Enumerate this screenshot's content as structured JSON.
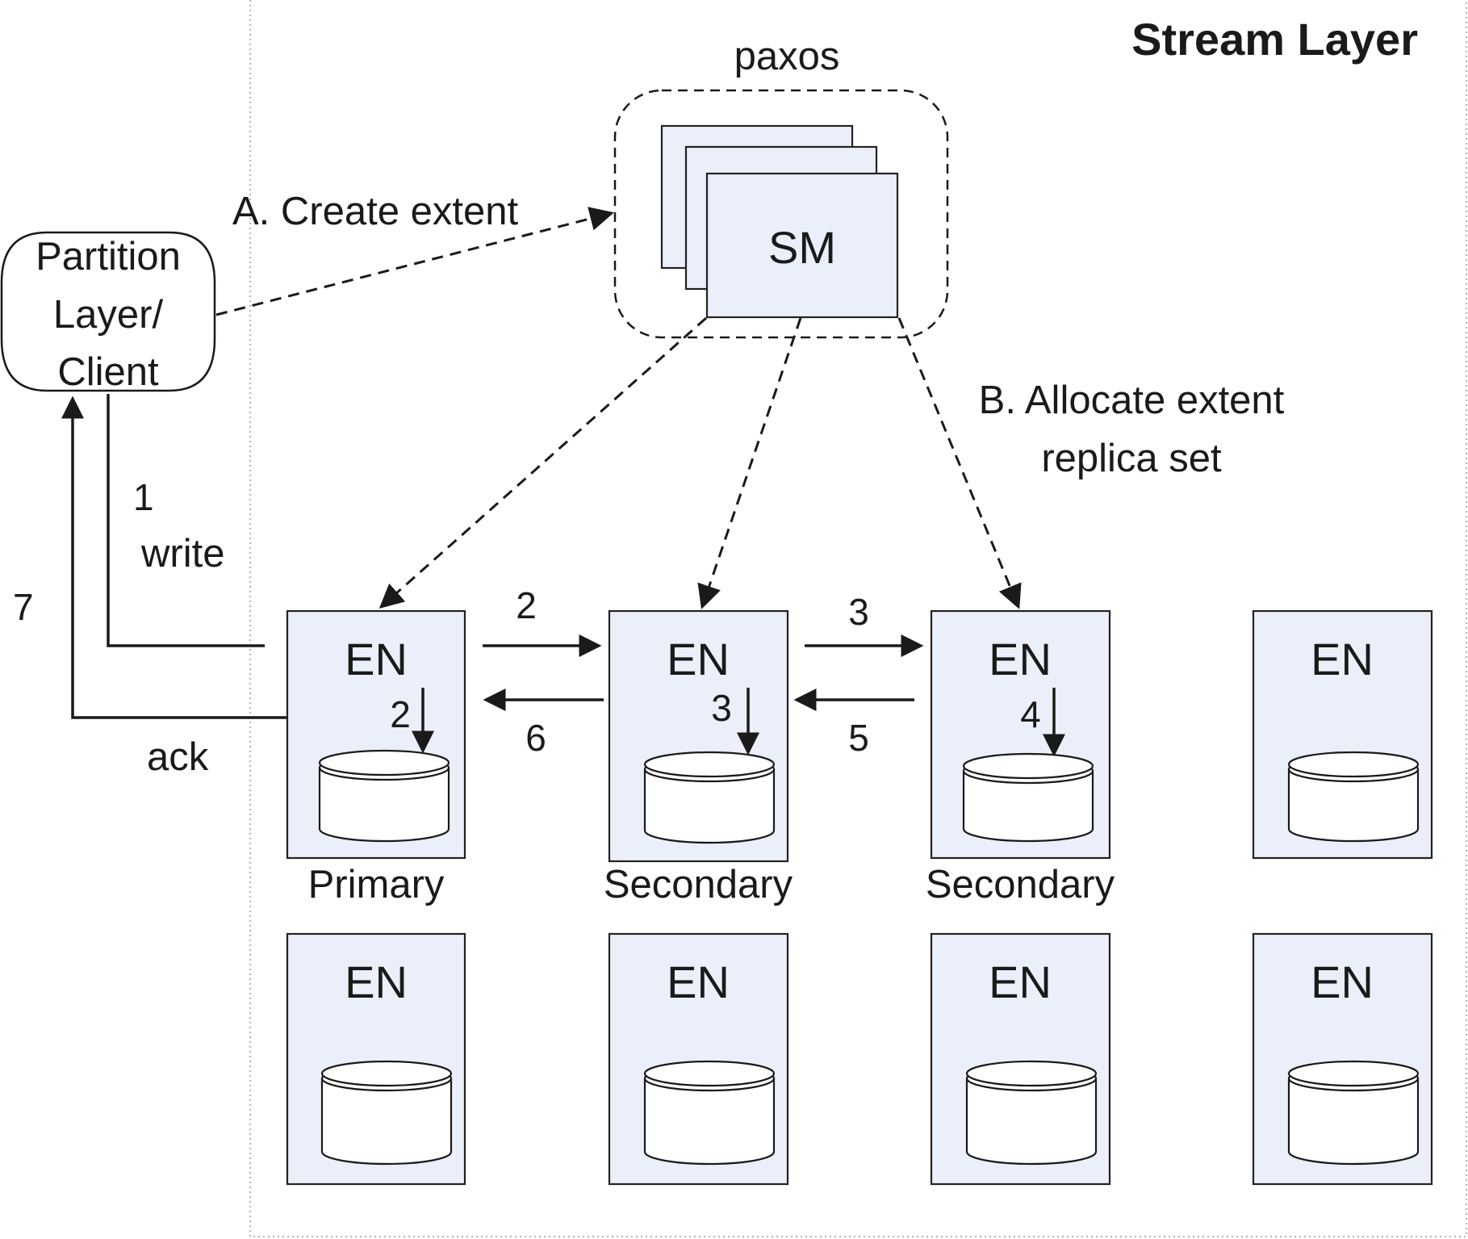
{
  "diagram": {
    "layer_title": "Stream Layer",
    "paxos_label": "paxos",
    "sm_label": "SM",
    "client_label_lines": [
      "Partition",
      "Layer/",
      "Client"
    ],
    "create_extent_label": "A. Create extent",
    "allocate_label_lines": [
      "B. Allocate extent",
      "replica set"
    ],
    "en_label": "EN",
    "role_labels": {
      "primary": "Primary",
      "secondary_1": "Secondary",
      "secondary_2": "Secondary"
    },
    "step_labels": {
      "write_num": "1",
      "write": "write",
      "ack_num": "7",
      "ack": "ack",
      "fwd_1": "2",
      "fwd_2": "3",
      "back_1": "6",
      "back_2": "5",
      "disk_primary": "2",
      "disk_secondary_1": "3",
      "disk_secondary_2": "4"
    }
  }
}
